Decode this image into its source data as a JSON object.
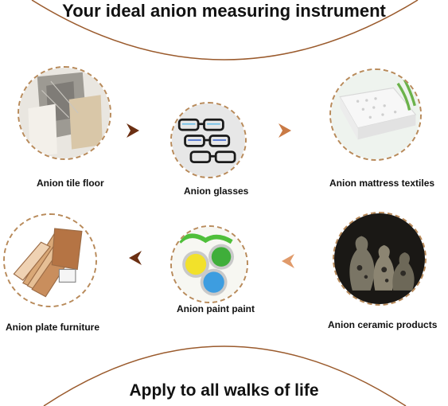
{
  "header": {
    "title": "Your ideal anion measuring instrument"
  },
  "footer": {
    "title": "Apply to all walks of life"
  },
  "items": [
    {
      "label": "Anion tile floor",
      "icon": "tile-floor-photo"
    },
    {
      "label": "Anion glasses",
      "icon": "glasses-photo"
    },
    {
      "label": "Anion mattress textiles",
      "icon": "mattress-photo"
    },
    {
      "label": "Anion plate furniture",
      "icon": "plate-furniture-photo"
    },
    {
      "label": "Anion paint paint",
      "icon": "paint-cans-photo"
    },
    {
      "label": "Anion ceramic products",
      "icon": "ceramic-photo"
    }
  ],
  "colors": {
    "accent": "#8b4a1e",
    "arc": "#9a5a2c",
    "dashed_border": "#b88a5a"
  }
}
